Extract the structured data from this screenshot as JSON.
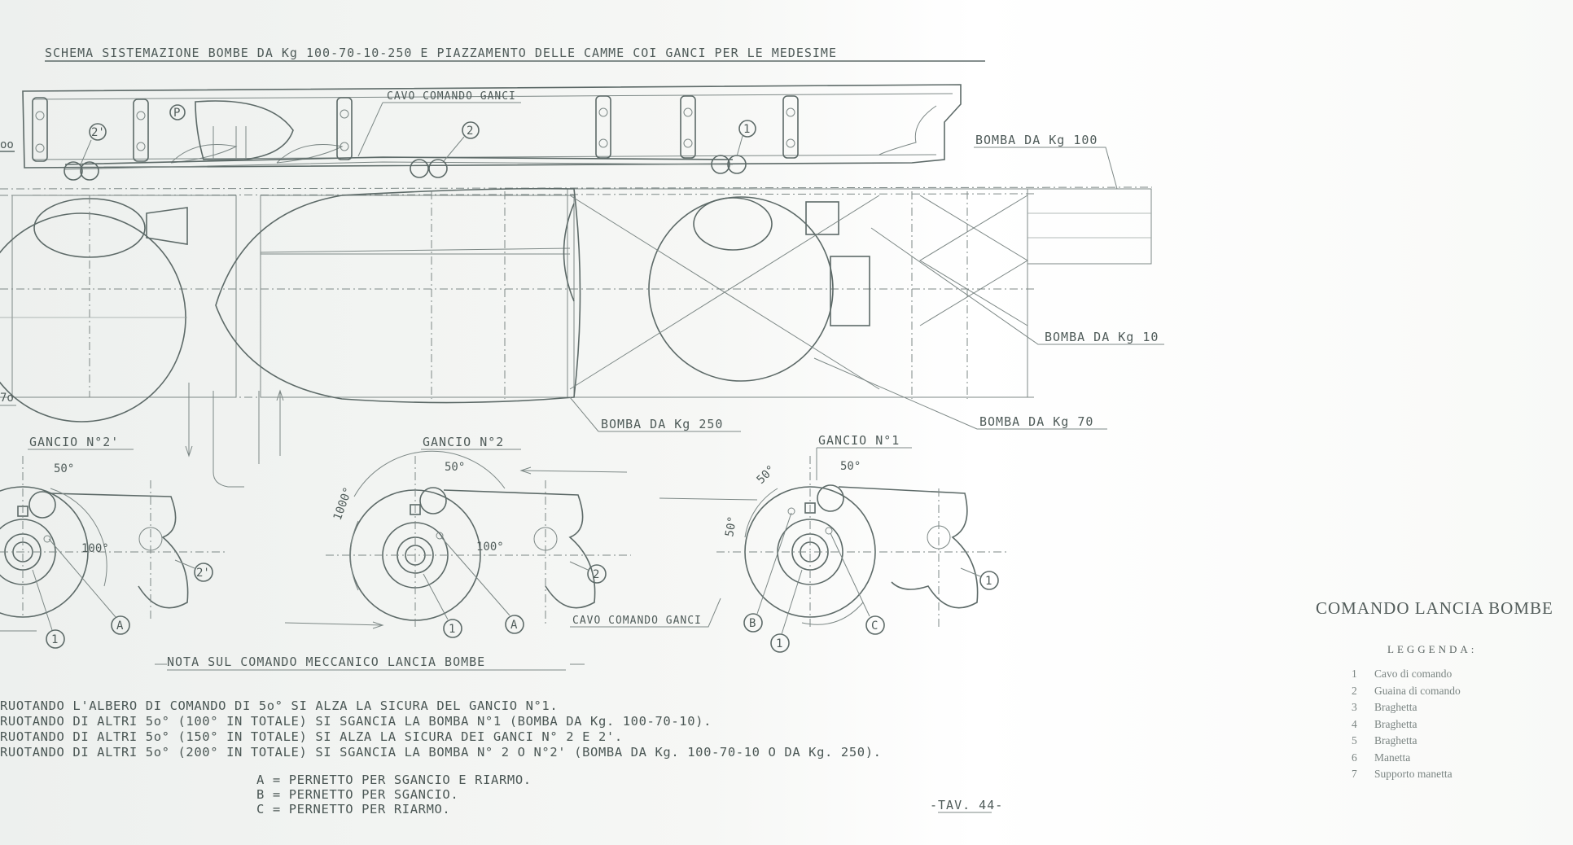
{
  "drawing": {
    "title": "SCHEMA SISTEMAZIONE BOMBE DA Kg 100-70-10-250  E  PIAZZAMENTO DELLE CAMME  COI  GANCI PER LE MEDESIME",
    "cable_label_top": "CAVO COMANDO GANCI",
    "cable_label_bottom": "CAVO COMANDO GANCI",
    "bomb_labels": {
      "kg100": "BOMBA DA Kg 100",
      "kg10": "BOMBA DA Kg 10",
      "kg70": "BOMBA DA Kg 70",
      "kg250": "BOMBA DA Kg 250"
    },
    "hook_titles": [
      "GANCIO N°2'",
      "GANCIO N°2",
      "GANCIO N°1"
    ],
    "markers": {
      "p": "P",
      "one": "1",
      "two": "2",
      "two_prime": "2'",
      "a": "A",
      "b": "B",
      "c": "C"
    },
    "angles": {
      "a50": "50°",
      "a100": "100°",
      "a1000": "1000°"
    },
    "edge_fragments": {
      "left_100": "oo",
      "left_70": "7o"
    },
    "note_title": "NOTA SUL COMANDO MECCANICO LANCIA BOMBE",
    "note_lines": [
      "RUOTANDO  L'ALBERO DI COMANDO DI 5o° SI ALZA LA SICURA DEL GANCIO N°1.",
      "RUOTANDO  DI ALTRI  5o° (100° IN TOTALE)  SI SGANCIA LA BOMBA N°1 (BOMBA  DA Kg. 100-70-10).",
      "RUOTANDO  DI ALTRI  5o° (150° IN TOTALE)  SI ALZA LA SICURA DEI GANCI N° 2 E 2'.",
      "RUOTANDO  DI ALTRI  5o° (200° IN TOTALE)  SI SGANCIA LA BOMBA N° 2 O N°2' (BOMBA DA Kg. 100-70-10  O DA Kg. 250)."
    ],
    "key_lines": [
      "A = PERNETTO PER SGANCIO E RIARMO.",
      "B = PERNETTO PER SGANCIO.",
      "C = PERNETTO PER RIARMO."
    ],
    "plate": "-TAV. 44-"
  },
  "panel": {
    "title": "COMANDO LANCIA BOMBE",
    "legend_title": "LEGGENDA:",
    "legend": [
      {
        "num": "1",
        "text": "Cavo di comando"
      },
      {
        "num": "2",
        "text": "Guaina di comando"
      },
      {
        "num": "3",
        "text": "Braghetta"
      },
      {
        "num": "4",
        "text": "Braghetta"
      },
      {
        "num": "5",
        "text": "Braghetta"
      },
      {
        "num": "6",
        "text": "Manetta"
      },
      {
        "num": "7",
        "text": "Supporto manetta"
      }
    ]
  },
  "colors": {
    "ink": "#5d6a68",
    "paper": "#f3f4f2"
  }
}
